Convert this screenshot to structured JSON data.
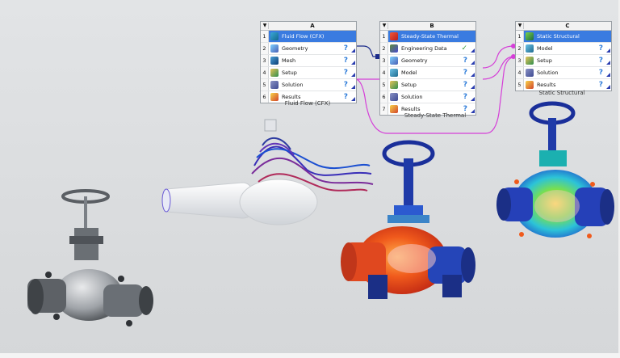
{
  "systems": {
    "A": {
      "letter": "A",
      "caption": "Fluid Flow (CFX)",
      "rows": [
        {
          "num": "1",
          "label": "Fluid Flow (CFX)",
          "icon": "cfx-icon",
          "status": ""
        },
        {
          "num": "2",
          "label": "Geometry",
          "icon": "geometry-icon",
          "status": "?"
        },
        {
          "num": "3",
          "label": "Mesh",
          "icon": "mesh-icon",
          "status": "?"
        },
        {
          "num": "4",
          "label": "Setup",
          "icon": "setup-icon",
          "status": "?"
        },
        {
          "num": "5",
          "label": "Solution",
          "icon": "solution-icon",
          "status": "?"
        },
        {
          "num": "6",
          "label": "Results",
          "icon": "results-icon",
          "status": "?"
        }
      ]
    },
    "B": {
      "letter": "B",
      "caption": "Steady-State Thermal",
      "rows": [
        {
          "num": "1",
          "label": "Steady-State Thermal",
          "icon": "thermal-icon",
          "status": ""
        },
        {
          "num": "2",
          "label": "Engineering Data",
          "icon": "engineering-data-icon",
          "status": "✓"
        },
        {
          "num": "3",
          "label": "Geometry",
          "icon": "geometry-icon",
          "status": "?"
        },
        {
          "num": "4",
          "label": "Model",
          "icon": "model-icon",
          "status": "?"
        },
        {
          "num": "5",
          "label": "Setup",
          "icon": "setup-icon",
          "status": "?"
        },
        {
          "num": "6",
          "label": "Solution",
          "icon": "solution-icon",
          "status": "?"
        },
        {
          "num": "7",
          "label": "Results",
          "icon": "results-icon",
          "status": "?"
        }
      ]
    },
    "C": {
      "letter": "C",
      "caption": "Static Structural",
      "rows": [
        {
          "num": "1",
          "label": "Static Structural",
          "icon": "static-structural-icon",
          "status": ""
        },
        {
          "num": "2",
          "label": "Model",
          "icon": "model-icon",
          "status": "?"
        },
        {
          "num": "3",
          "label": "Setup",
          "icon": "setup-icon",
          "status": "?"
        },
        {
          "num": "4",
          "label": "Solution",
          "icon": "solution-icon",
          "status": "?"
        },
        {
          "num": "5",
          "label": "Results",
          "icon": "results-icon",
          "status": "?"
        }
      ]
    }
  },
  "colors": {
    "title_row": "#3a7be0",
    "link_geometry": "#1a2a8a",
    "link_solution": "#d53fd8",
    "status_pending": "#2c7bd9",
    "status_ok": "#3b9d3a"
  }
}
